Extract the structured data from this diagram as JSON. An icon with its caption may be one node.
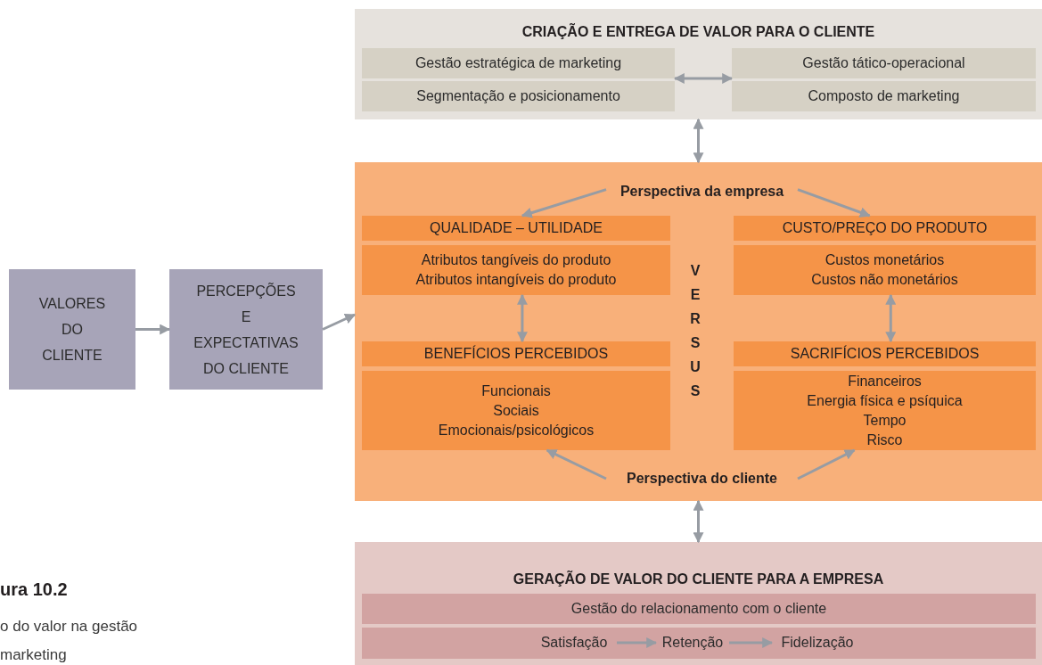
{
  "diagram": {
    "nodes": [
      {
        "text": [
          "CRIAÇÃO E ENTREGA DE VALOR PARA O CLIENTE"
        ]
      },
      {
        "text": [
          "Gestão estratégica de marketing"
        ],
        "in": 0
      },
      {
        "text": [
          "Segmentação e posicionamento"
        ],
        "in": 0
      },
      {
        "text": [
          "Gestão tático-operacional"
        ],
        "in": 0
      },
      {
        "text": [
          "Composto de marketing"
        ],
        "in": 0
      },
      {
        "text": [],
        "shape": "box"
      },
      {
        "text": [
          "Perspectiva da empresa"
        ],
        "in": 5
      },
      {
        "text": [
          "QUALIDADE – UTILIDADE"
        ],
        "in": 5
      },
      {
        "text": [
          "Atributos tangíveis do produto",
          "Atributos intangíveis do produto"
        ],
        "in": 5
      },
      {
        "text": [
          "CUSTO/PREÇO DO PRODUTO"
        ],
        "in": 5
      },
      {
        "text": [
          "Custos monetários",
          "Custos não monetários"
        ],
        "in": 5
      },
      {
        "text": [
          "BENEFÍCIOS PERCEBIDOS"
        ],
        "in": 5
      },
      {
        "text": [
          "Funcionais",
          "Sociais",
          "Emocionais/psicológicos"
        ],
        "in": 5
      },
      {
        "text": [
          "SACRIFÍCIOS PERCEBIDOS"
        ],
        "in": 5
      },
      {
        "text": [
          "Financeiros",
          "Energia física e psíquica",
          "Tempo",
          "Risco"
        ],
        "in": 5
      },
      {
        "text": [
          "Perspectiva do cliente"
        ],
        "in": 5
      },
      {
        "text": [
          "GERAÇÃO DE VALOR DO CLIENTE PARA A EMPRESA"
        ]
      },
      {
        "text": [
          "Gestão do relacionamento com o cliente"
        ],
        "in": 16
      },
      {
        "text": [],
        "shape": "box",
        "in": 16
      },
      {
        "text": [
          "Satisfação"
        ],
        "in": 18
      },
      {
        "text": [
          "Retenção"
        ],
        "in": 18
      },
      {
        "text": [
          "Fidelização"
        ],
        "in": 18
      },
      {
        "text": [
          "VALORES DO CLIENTE"
        ]
      },
      {
        "text": [
          "PERCEPÇÕES E EXPECTATIVAS DO CLIENTE"
        ]
      }
    ],
    "edges": [
      {
        "from": 1,
        "to": 3,
        "arrow": "both"
      },
      {
        "from": 0,
        "to": 5,
        "arrow": "both"
      },
      {
        "from": 6,
        "to": 7,
        "arrow": "to"
      },
      {
        "from": 6,
        "to": 9,
        "arrow": "to"
      },
      {
        "from": 8,
        "to": 11,
        "arrow": "both"
      },
      {
        "from": 10,
        "to": 13,
        "arrow": "both"
      },
      {
        "from": 15,
        "to": 12,
        "arrow": "to"
      },
      {
        "from": 15,
        "to": 14,
        "arrow": "to"
      },
      {
        "from": 5,
        "to": 16,
        "arrow": "both"
      },
      {
        "from": 22,
        "to": 23,
        "arrow": "to"
      },
      {
        "from": 23,
        "to": 5,
        "arrow": "to"
      },
      {
        "from": 19,
        "to": 20,
        "arrow": "to"
      },
      {
        "from": 20,
        "to": 21,
        "arrow": "to"
      }
    ],
    "labels": [
      "VERSUS",
      "ura 10.2",
      "o do valor na gestão",
      "marketing"
    ]
  }
}
